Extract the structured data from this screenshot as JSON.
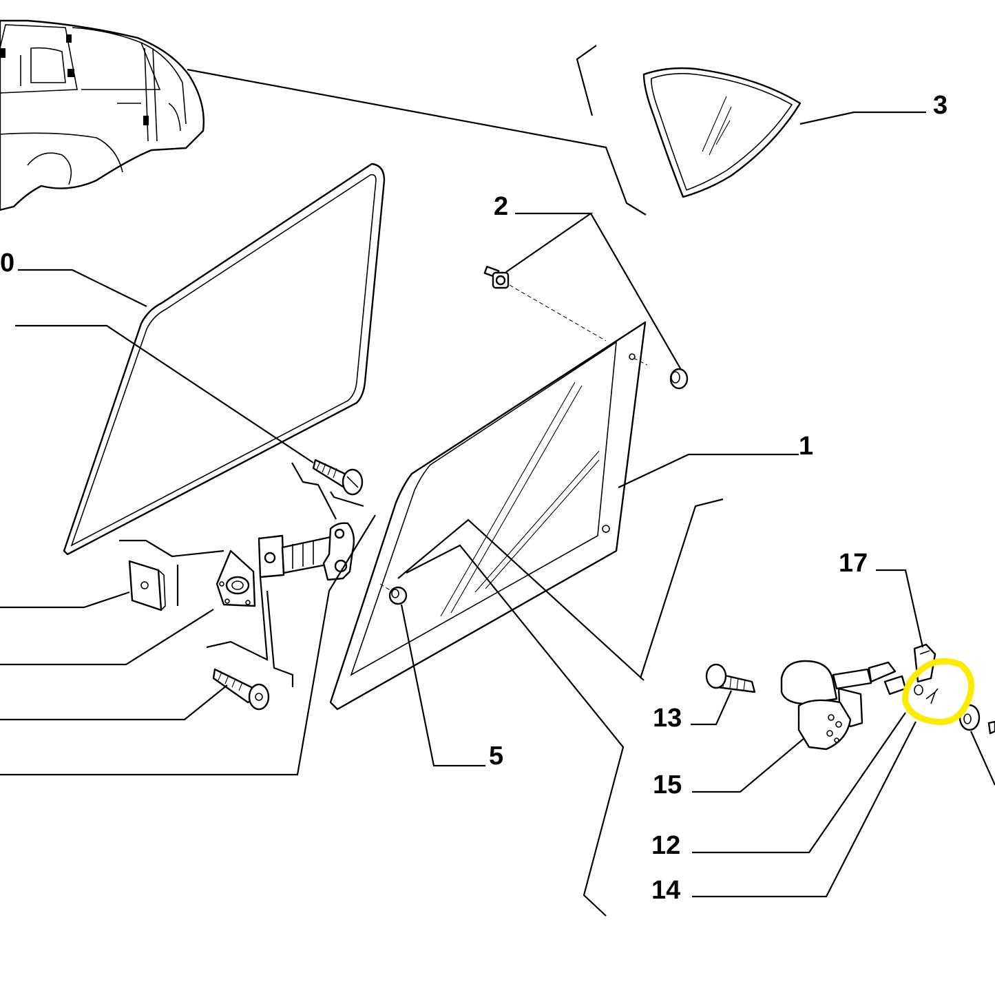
{
  "diagram": {
    "callouts": [
      {
        "id": "3",
        "text": "3"
      },
      {
        "id": "2",
        "text": "2"
      },
      {
        "id": "0",
        "text": "0"
      },
      {
        "id": "1",
        "text": "1"
      },
      {
        "id": "17",
        "text": "17"
      },
      {
        "id": "13",
        "text": "13"
      },
      {
        "id": "5",
        "text": "5"
      },
      {
        "id": "15",
        "text": "15"
      },
      {
        "id": "12",
        "text": "12"
      },
      {
        "id": "14",
        "text": "14"
      }
    ],
    "highlight": {
      "color": "#ffeb00",
      "target_callout": "14"
    }
  }
}
